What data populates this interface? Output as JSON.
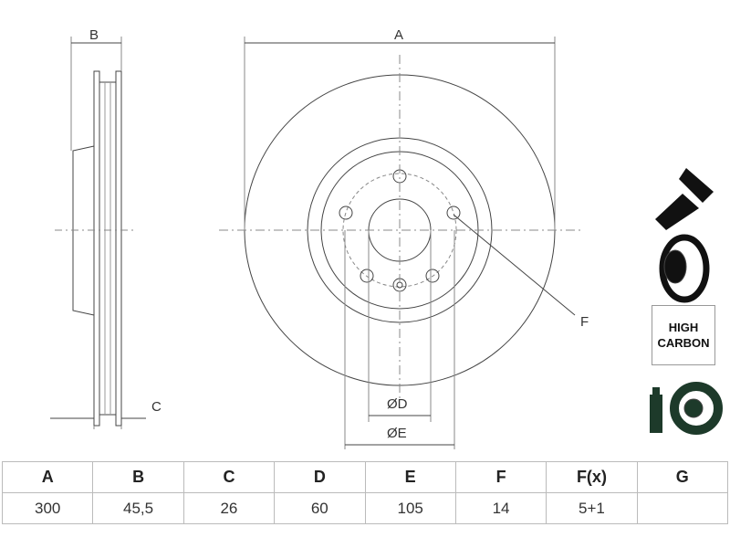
{
  "labels": {
    "a": "A",
    "b": "B",
    "c": "C",
    "d": "ØD",
    "e": "ØE",
    "f": "F"
  },
  "badge": {
    "line1": "HIGH",
    "line2": "CARBON"
  },
  "icons": [
    "screw-icon",
    "brake-disc-icon",
    "high-carbon-badge",
    "coating-spray-icon"
  ],
  "table": {
    "headers": [
      "A",
      "B",
      "C",
      "D",
      "E",
      "F",
      "F(x)",
      "G"
    ],
    "values": [
      "300",
      "45,5",
      "26",
      "60",
      "105",
      "14",
      "5+1",
      ""
    ]
  }
}
